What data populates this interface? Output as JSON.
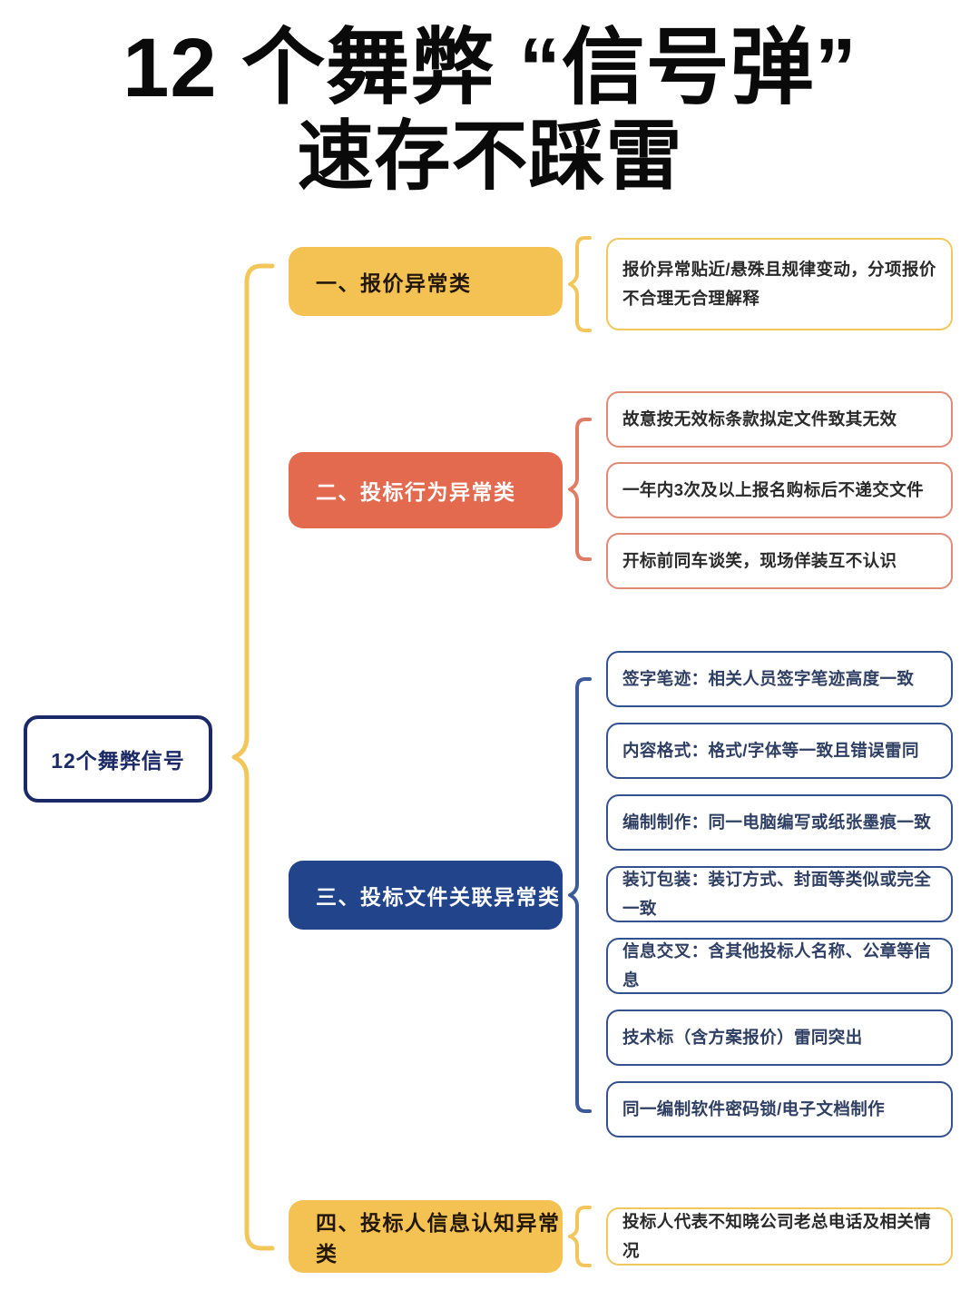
{
  "title": {
    "line1": "12 个舞弊 “信号弹”",
    "line2": "速存不踩雷"
  },
  "root": {
    "label": "12个舞弊信号"
  },
  "colors": {
    "amber": "#F4C253",
    "amber_border": "#EFC75B",
    "red": "#E3694F",
    "red_border": "#E08A77",
    "navy": "#21448A",
    "navy_border": "#33518F",
    "root_border": "#1b2a66",
    "title_text": "#0a0a0a",
    "page_background": "#FFFFFF"
  },
  "branches": [
    {
      "id": "branch-1",
      "label": "一、报价异常类",
      "theme": "amber",
      "details": [
        "报价异常贴近/悬殊且规律变动，分项报价不合理无合理解释"
      ]
    },
    {
      "id": "branch-2",
      "label": "二、投标行为异常类",
      "theme": "red",
      "details": [
        "故意按无效标条款拟定文件致其无效",
        "一年内3次及以上报名购标后不递交文件",
        "开标前同车谈笑，现场佯装互不认识"
      ]
    },
    {
      "id": "branch-3",
      "label": "三、投标文件关联异常类",
      "theme": "navy",
      "details": [
        "签字笔迹：相关人员签字笔迹高度一致",
        "内容格式：格式/字体等一致且错误雷同",
        "编制制作：同一电脑编写或纸张墨痕一致",
        "装订包装：装订方式、封面等类似或完全一致",
        "信息交叉：含其他投标人名称、公章等信息",
        "技术标（含方案报价）雷同突出",
        "同一编制软件密码锁/电子文档制作"
      ]
    },
    {
      "id": "branch-4",
      "label": "四、投标人信息认知异常类",
      "theme": "amber",
      "details": [
        "投标人代表不知晓公司老总电话及相关情况"
      ]
    }
  ]
}
